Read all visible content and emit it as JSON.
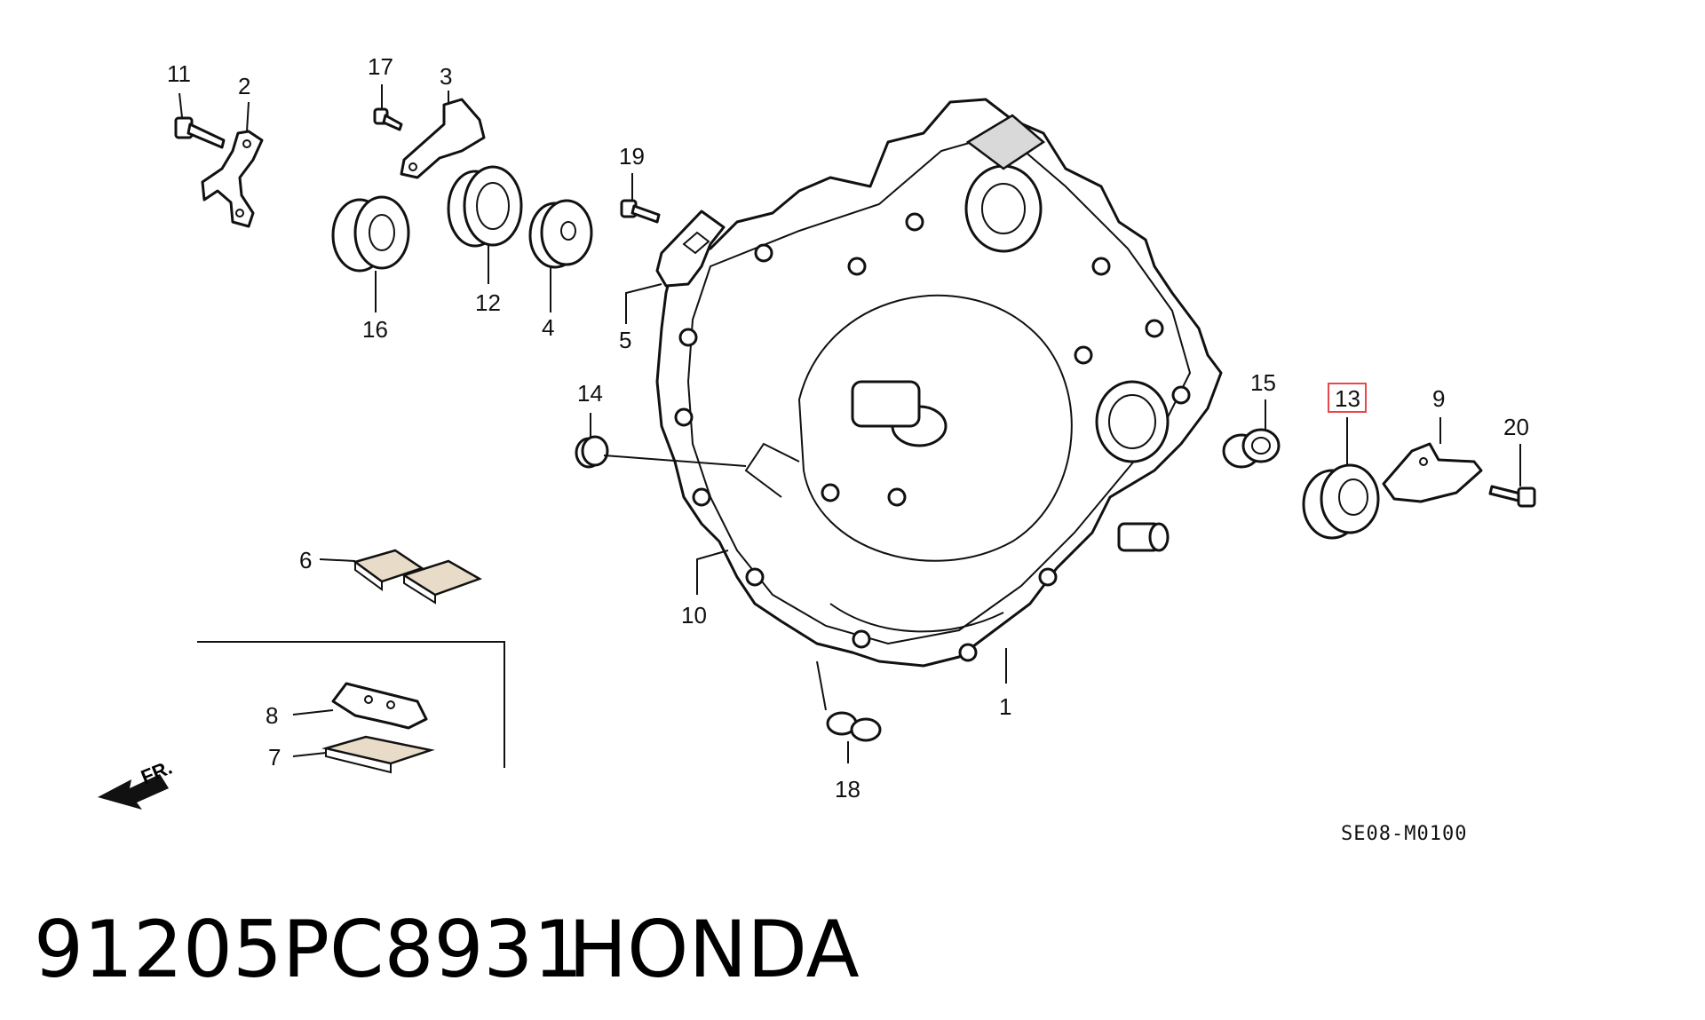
{
  "diagram": {
    "callouts": [
      "1",
      "2",
      "3",
      "4",
      "5",
      "6",
      "7",
      "8",
      "9",
      "10",
      "11",
      "12",
      "13",
      "14",
      "15",
      "16",
      "17",
      "18",
      "19",
      "20"
    ],
    "highlighted_callout": "13",
    "highlight_color": "#e8484a",
    "direction_label": "FR.",
    "diagram_code": "SE08-M0100"
  },
  "footer": {
    "part_number": "91205PC8931",
    "brand": "HONDA"
  }
}
